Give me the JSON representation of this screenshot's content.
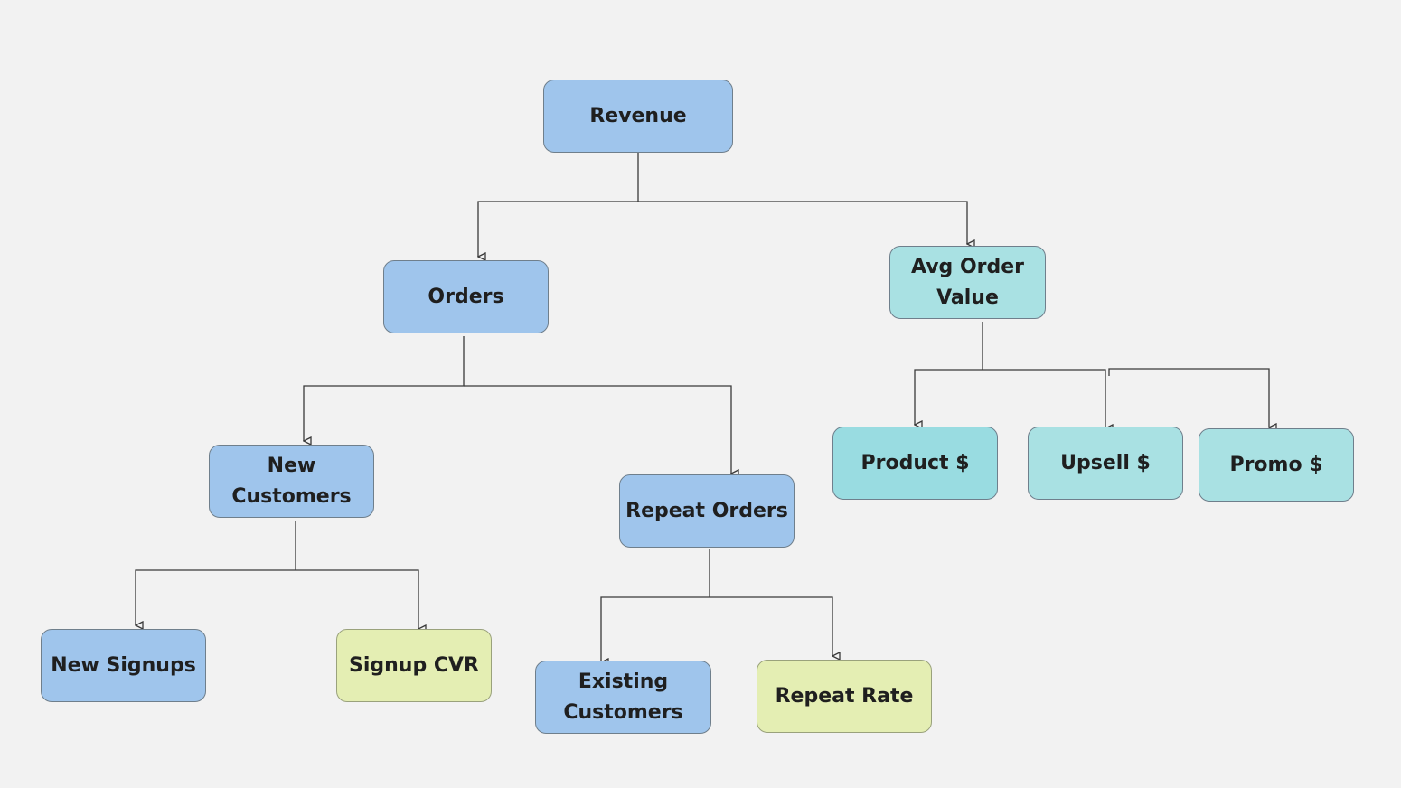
{
  "nodes": {
    "revenue": "Revenue",
    "orders": "Orders",
    "avg_order_value": "Avg Order Value",
    "new_customers": "New Customers",
    "repeat_orders": "Repeat Orders",
    "product": "Product $",
    "upsell": "Upsell $",
    "promo": "Promo $",
    "new_signups": "New Signups",
    "signup_cvr": "Signup CVR",
    "existing_customers": "Existing Customers",
    "repeat_rate": "Repeat Rate"
  },
  "colors": {
    "background": "#f2f2f2",
    "blue": "#9fc5ec",
    "teal": "#a9e1e3",
    "yellow": "#e4eeb3",
    "connector": "#3a3a3a"
  }
}
